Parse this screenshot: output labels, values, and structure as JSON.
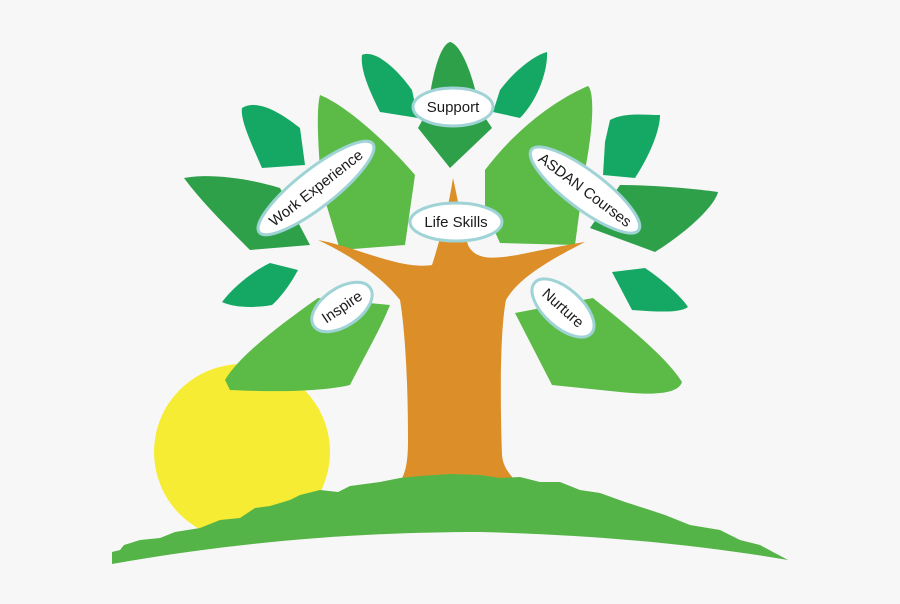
{
  "illustration": {
    "subject": "Tree of values with sun and grassy hill",
    "colors": {
      "background": "#f7f7f7",
      "leaf_light": "#5cba47",
      "leaf_mid": "#2ea04a",
      "leaf_dark": "#15a865",
      "trunk": "#dc8e28",
      "sun": "#f5ec33",
      "grass": "#55b447",
      "bubble_fill": "#ffffff",
      "bubble_border": "#9fd3d6"
    },
    "labels": {
      "support": "Support",
      "work_experience": "Work Experience",
      "asdan_courses": "ASDAN Courses",
      "life_skills": "Life Skills",
      "inspire": "Inspire",
      "nurture": "Nurture"
    }
  }
}
